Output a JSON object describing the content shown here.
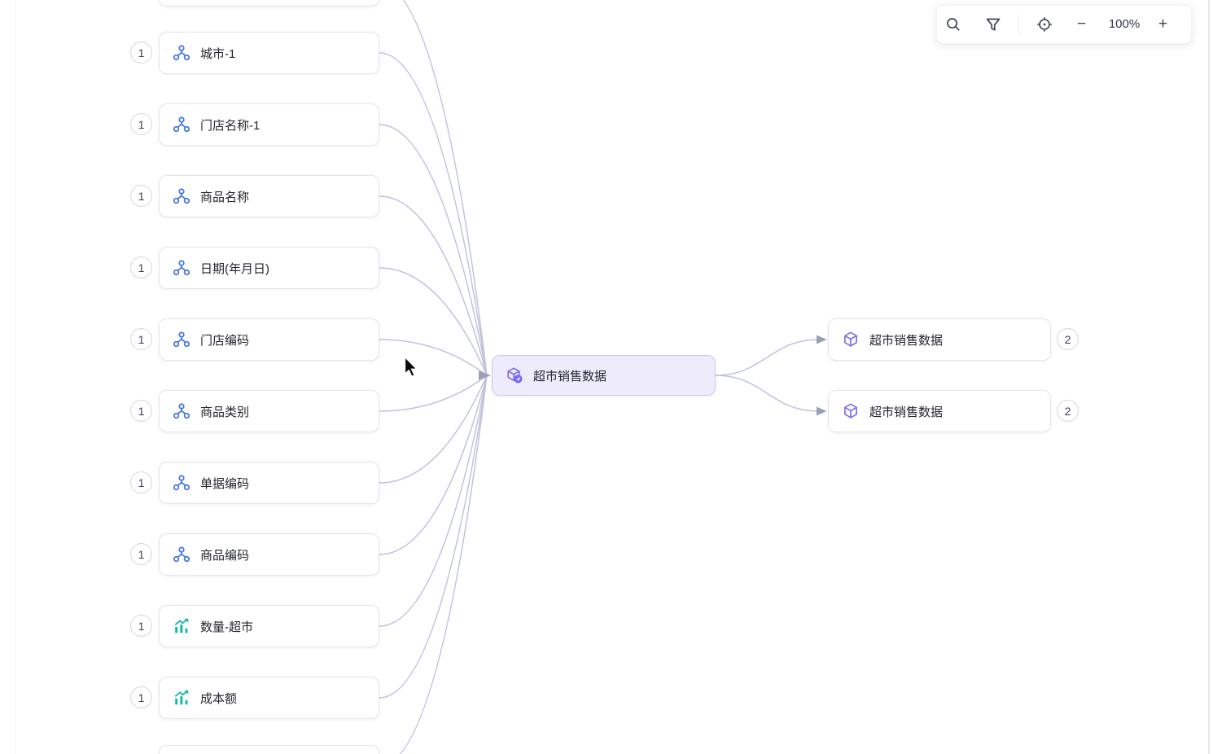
{
  "toolbar": {
    "zoom_level": "100%",
    "zoom_out_label": "−",
    "zoom_in_label": "+",
    "icons": {
      "search": "search",
      "filter": "filter",
      "locate": "locate"
    }
  },
  "graph": {
    "left_nodes": [
      {
        "badge": "1",
        "label": "城市-1",
        "type": "dimension"
      },
      {
        "badge": "1",
        "label": "门店名称-1",
        "type": "dimension"
      },
      {
        "badge": "1",
        "label": "商品名称",
        "type": "dimension"
      },
      {
        "badge": "1",
        "label": "日期(年月日)",
        "type": "dimension"
      },
      {
        "badge": "1",
        "label": "门店编码",
        "type": "dimension"
      },
      {
        "badge": "1",
        "label": "商品类别",
        "type": "dimension"
      },
      {
        "badge": "1",
        "label": "单据编码",
        "type": "dimension"
      },
      {
        "badge": "1",
        "label": "商品编码",
        "type": "dimension"
      },
      {
        "badge": "1",
        "label": "数量-超市",
        "type": "measure"
      },
      {
        "badge": "1",
        "label": "成本额",
        "type": "measure"
      }
    ],
    "center_node": {
      "label": "超市销售数据"
    },
    "right_nodes": [
      {
        "label": "超市销售数据",
        "badge": "2"
      },
      {
        "label": "超市销售数据",
        "badge": "2"
      }
    ],
    "colors": {
      "dimension_icon": "#4a79d9",
      "measure_icon": "#16b8a8",
      "dataset_icon": "#7a6cf0",
      "center_fill": "#eeecfb",
      "center_border": "#cec7f1",
      "edge": "#bfc3dc",
      "arrow": "#99a0b5"
    }
  }
}
